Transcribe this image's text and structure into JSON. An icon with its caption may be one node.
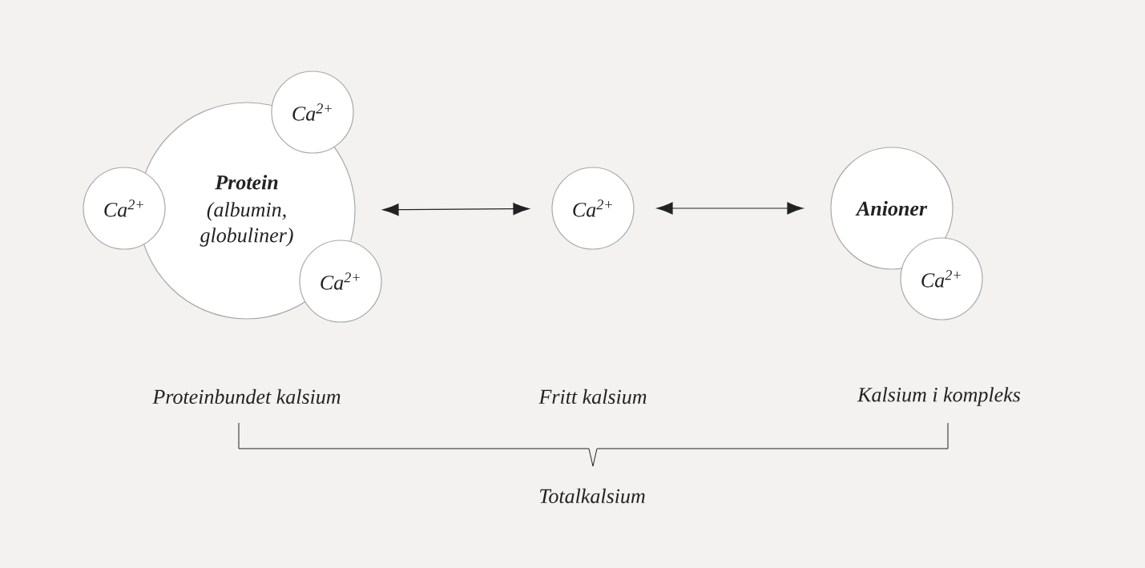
{
  "diagram": {
    "nodes": [
      {
        "text": [
          "Protein",
          "(albumin, globuliner)"
        ]
      },
      {
        "text": [
          "Ca$^{2+}$"
        ]
      },
      {
        "text": [
          "Ca$^{2+}$"
        ]
      },
      {
        "text": [
          "Ca$^{2+}$"
        ]
      },
      {
        "text": [
          "Ca$^{2+}$"
        ]
      },
      {
        "text": [
          "Anioner"
        ]
      },
      {
        "text": [
          "Ca$^{2+}$"
        ]
      }
    ],
    "edges": [
      {
        "from": 0,
        "to": 4,
        "arrow": "both"
      },
      {
        "from": 4,
        "to": 5,
        "arrow": "both"
      }
    ],
    "labels": [
      "Proteinbundet kalsium",
      "Fritt kalsium",
      "Kalsium i kompleks",
      "Totalkalsium"
    ]
  }
}
